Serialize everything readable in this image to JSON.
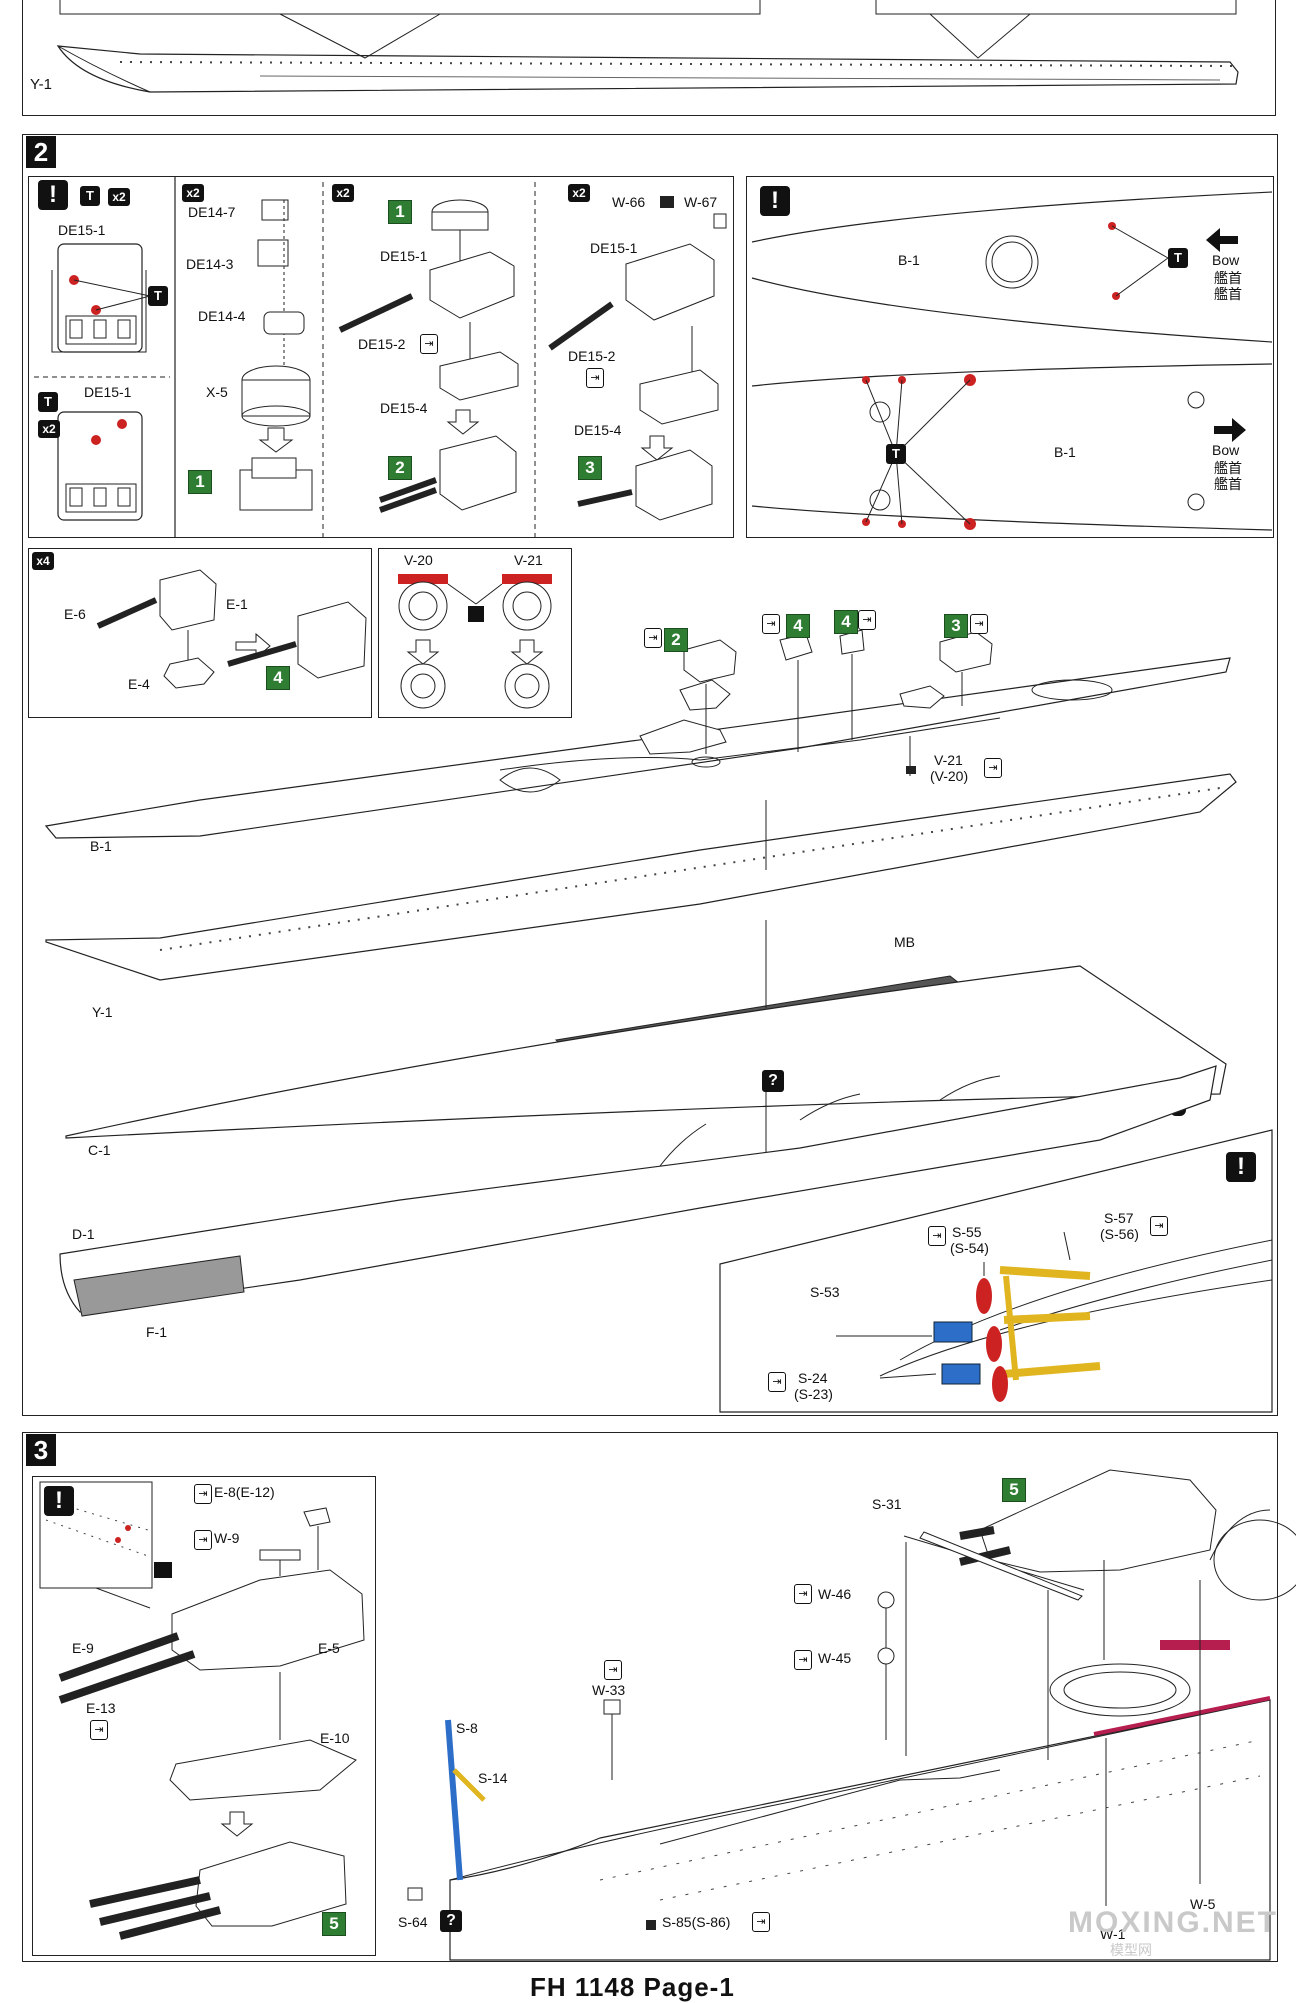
{
  "top_panel": {
    "hull_label": "Y-1"
  },
  "step2": {
    "number": "2",
    "sub_a": {
      "note_mult": "x2",
      "part_top": "DE15-1",
      "part_bottom": "DE15-1",
      "mult_bottom": "x2"
    },
    "sub_b": {
      "mult": "x2",
      "parts": [
        "DE14-7",
        "DE14-3",
        "DE14-4",
        "X-5"
      ],
      "result": "1"
    },
    "sub_c": {
      "mult": "x2",
      "input": "1",
      "parts": [
        "DE15-1",
        "DE15-2",
        "DE15-4"
      ],
      "result": "2"
    },
    "sub_d": {
      "mult": "x2",
      "parts": [
        "W-66",
        "W-67",
        "DE15-1",
        "DE15-2",
        "DE15-4"
      ],
      "result": "3"
    },
    "deck_note": {
      "bow_top": "Bow",
      "bow_zh_top": "艦首",
      "bow_zh2_top": "艦首",
      "part_top": "B-1",
      "bow_bottom": "Bow",
      "bow_zh_bottom": "艦首",
      "bow_zh2_bottom": "艦首",
      "part_bottom": "B-1"
    },
    "sub_e": {
      "mult": "x4",
      "parts": [
        "E-6",
        "E-1",
        "E-4"
      ],
      "result": "4"
    },
    "sub_f": {
      "parts": [
        "V-20",
        "V-21"
      ]
    },
    "main": {
      "callouts": [
        "2",
        "4",
        "4",
        "3"
      ],
      "part_v": "V-21",
      "part_v_alt": "(V-20)",
      "part_b": "B-1",
      "part_y": "Y-1",
      "part_mb": "MB",
      "part_c": "C-1",
      "part_d": "D-1",
      "part_f": "F-1",
      "question": "?"
    },
    "inset": {
      "parts": [
        "S-55",
        "(S-54)",
        "S-57",
        "(S-56)",
        "S-53",
        "S-24",
        "(S-23)"
      ]
    }
  },
  "step3": {
    "number": "3",
    "sub": {
      "parts": [
        "E-8(E-12)",
        "W-9",
        "E-9",
        "E-5",
        "E-13",
        "E-10"
      ],
      "result": "5"
    },
    "main": {
      "parts": [
        "S-31",
        "W-46",
        "W-45",
        "W-33",
        "S-8",
        "S-14",
        "S-64",
        "S-85(S-86)",
        "W-1",
        "W-5"
      ],
      "callout": "5",
      "question": "?"
    }
  },
  "footer": "FH 1148  Page-1",
  "watermark": {
    "main": "MOXING.NET",
    "sub": "模型网"
  }
}
